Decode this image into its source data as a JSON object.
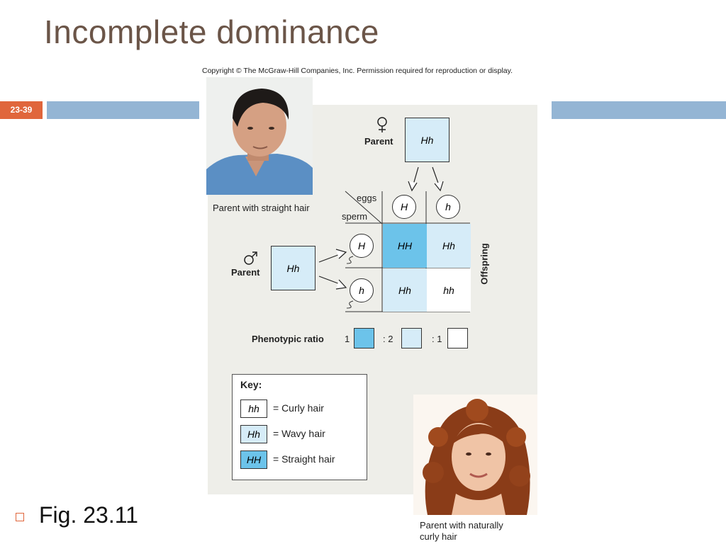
{
  "slide": {
    "title": "Incomplete dominance",
    "number": "23-39",
    "bullet": "Fig. 23.11"
  },
  "figure": {
    "copyright": "Copyright © The McGraw-Hill Companies, Inc. Permission required for reproduction or display.",
    "female_parent": {
      "label": "Parent",
      "genotype": "Hh",
      "symbol": "♀"
    },
    "male_parent": {
      "label": "Parent",
      "genotype": "Hh",
      "symbol": "♂"
    },
    "photo_captions": {
      "man": "Parent with straight hair",
      "woman_line1": "Parent with naturally",
      "woman_line2": "curly hair"
    },
    "punnett": {
      "eggs_label": "eggs",
      "sperm_label": "sperm",
      "eggs": [
        "H",
        "h"
      ],
      "sperm": [
        "H",
        "h"
      ],
      "cells": [
        [
          "HH",
          "Hh"
        ],
        [
          "Hh",
          "hh"
        ]
      ],
      "offspring_label": "Offspring"
    },
    "ratio": {
      "label": "Phenotypic ratio",
      "n1": "1",
      "n2": ": 2",
      "n3": ": 1"
    },
    "key": {
      "title": "Key:",
      "items": [
        {
          "genotype": "hh",
          "text": "= Curly hair"
        },
        {
          "genotype": "Hh",
          "text": "= Wavy hair"
        },
        {
          "genotype": "HH",
          "text": "= Straight hair"
        }
      ]
    },
    "colors": {
      "straight": "#6cc3ea",
      "wavy": "#d6ecf8",
      "curly": "#ffffff"
    }
  }
}
